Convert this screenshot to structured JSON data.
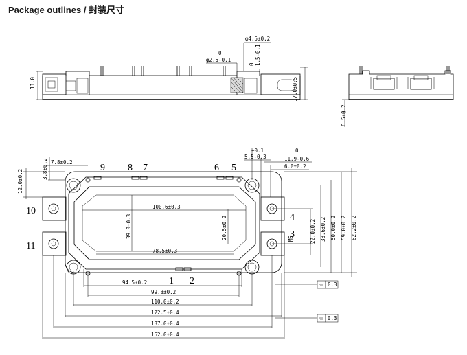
{
  "title": "Package outlines /  封装尺寸",
  "side_view": {
    "dims": {
      "d1": "φ4.5±0.2",
      "d2a": "0",
      "d2b": "φ2.5-0.1",
      "d3a": "0",
      "d3b": "1.5-0.1",
      "d4": "17.0±0.5",
      "d5": "11.0"
    }
  },
  "end_view": {
    "dims": {
      "d1": "6.5±0.2"
    }
  },
  "plan_view": {
    "pins": [
      "1",
      "2",
      "3",
      "4",
      "5",
      "6",
      "7",
      "8",
      "9",
      "10",
      "11"
    ],
    "dims": {
      "t1": "7.8±0.2",
      "t2": "3.8±0.2",
      "t3": "12.0±0.2",
      "t4a": "+0.1",
      "t4b": "5.5-0.3",
      "t5a": "0",
      "t5b": "11.9-0.6",
      "t6": "6.0±0.2",
      "w1": "100.6±0.3",
      "w2": "78.5±0.3",
      "h1": "39.0±0.3",
      "h2": "20.5±0.2",
      "m": "M6",
      "r1": "22.0±0.2",
      "r2": "38.6±0.2",
      "r3": "50.0±0.2",
      "r4": "59.0±0.2",
      "r5": "62.2±0.2",
      "b1": "94.5±0.2",
      "b2": "99.3±0.2",
      "b3": "110.0±0.2",
      "b4": "122.5±0.4",
      "b5": "137.0±0.4",
      "b6": "152.0±0.4",
      "tol1": "0.3",
      "tol2": "0.3"
    }
  }
}
